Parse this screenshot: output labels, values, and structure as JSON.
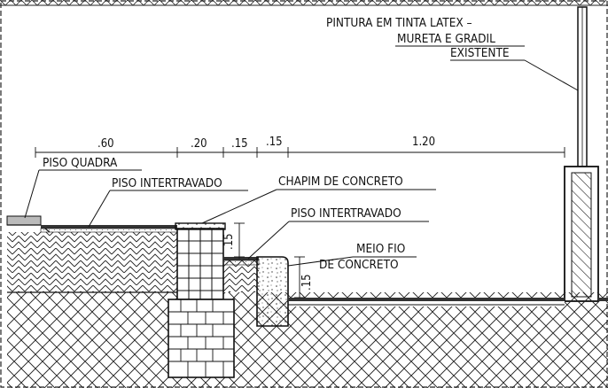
{
  "drawing": {
    "callouts": {
      "pintura_line1": "PINTURA EM TINTA LATEX –",
      "pintura_line2": "MURETA E GRADIL",
      "pintura_line3": "EXISTENTE",
      "piso_quadra": "PISO QUADRA",
      "piso_intertravado_1": "PISO INTERTRAVADO",
      "chapim": "CHAPIM DE CONCRETO",
      "piso_intertravado_2": "PISO INTERTRAVADO",
      "meio_fio_line1": "MEIO FIO",
      "meio_fio_line2": "DE CONCRETO"
    },
    "dimensions": {
      "d_060": ".60",
      "d_020": ".20",
      "d_015a": ".15",
      "d_015b": ".15",
      "d_120": "1.20",
      "d_v015a": ".15",
      "d_v015b": ".15"
    }
  },
  "colors": {
    "ink": "#111111",
    "paper": "#ffffff"
  }
}
